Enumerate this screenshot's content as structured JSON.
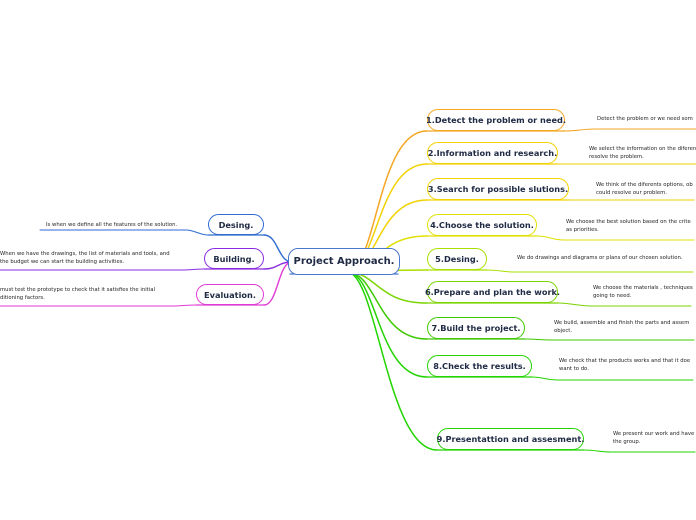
{
  "center": {
    "label": "Project Approach."
  },
  "left_branches": [
    {
      "label": "Desing.",
      "color": "#2f6bd1",
      "note": [
        "Is when we define all the features of the solution."
      ]
    },
    {
      "label": "Building.",
      "color": "#8a2be2",
      "note": [
        "When we have the drawings, the list of materials and tools, and",
        "the budget we can start the building activities."
      ]
    },
    {
      "label": "Evaluation.",
      "color": "#e03ad6",
      "note": [
        "must test the prototype to check that it satisfies the initial",
        "ditioning factors."
      ]
    }
  ],
  "right_branches": [
    {
      "label": "1.Detect the problem or need.",
      "color": "#f5a623",
      "note": [
        "Detect the problem or we need som"
      ]
    },
    {
      "label": "2.Information and research.",
      "color": "#f2d200",
      "note": [
        "We select the information on the diferen",
        "resolve the problem."
      ]
    },
    {
      "label": "3.Search for possible slutions.",
      "color": "#f2d200",
      "note": [
        "We think of the diferents options, ob",
        "could resolve our problem."
      ]
    },
    {
      "label": "4.Choose the solution.",
      "color": "#e0e000",
      "note": [
        "We choose the best  solution based on the crite",
        "as priorities."
      ]
    },
    {
      "label": "5.Desing.",
      "color": "#a8e000",
      "note": [
        "We do drawings and diagrams or plans of our chosen solution."
      ]
    },
    {
      "label": "6.Prepare and plan the work.",
      "color": "#7ad400",
      "note": [
        "We choose the materials , techniques",
        "going to need."
      ]
    },
    {
      "label": "7.Build the project.",
      "color": "#3ec800",
      "note": [
        "We build, assemble and finish  the parts  and assem",
        "object."
      ]
    },
    {
      "label": "8.Check the results.",
      "color": "#22d400",
      "note": [
        "We check that the products works  and that it doe",
        "want to do."
      ]
    },
    {
      "label": "9.Presentattion and assesment.",
      "color": "#22d400",
      "note": [
        "We present our work and have",
        "the group."
      ]
    }
  ]
}
